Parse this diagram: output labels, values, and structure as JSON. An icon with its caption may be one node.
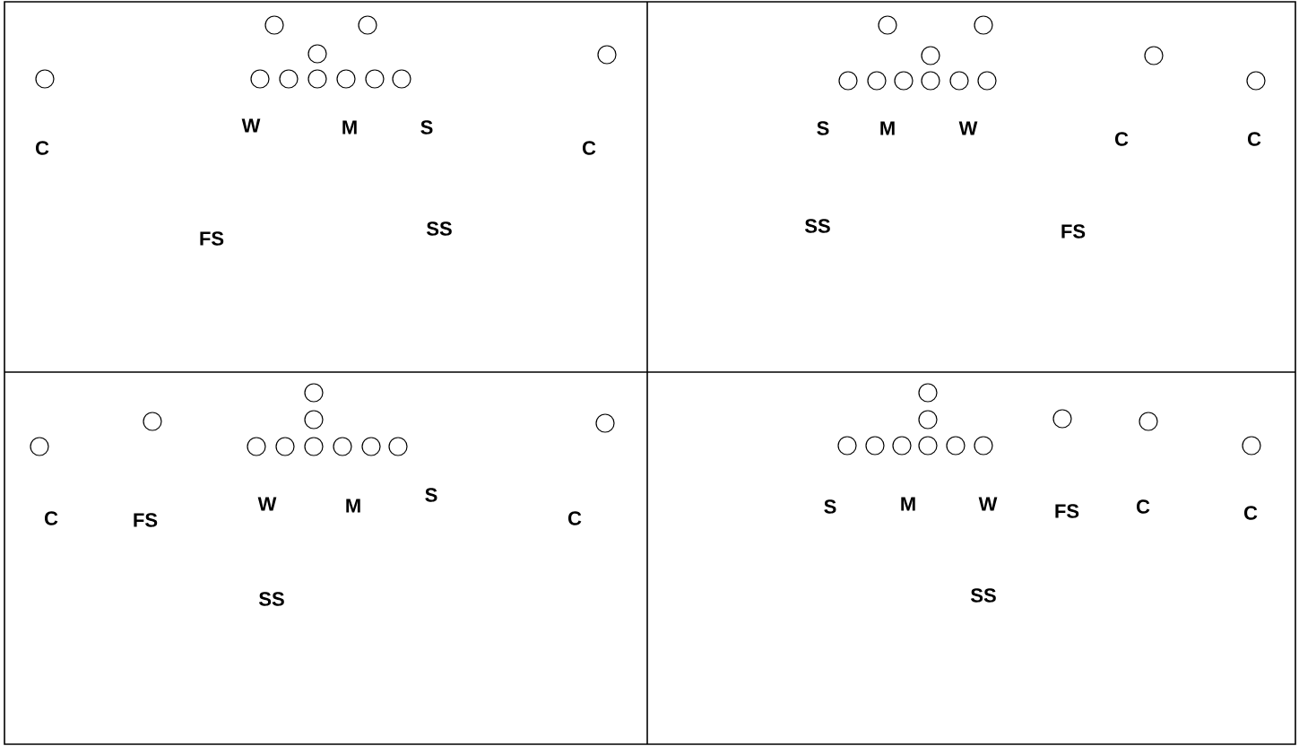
{
  "diagram": {
    "nodes": [
      {
        "text": [],
        "shape": "circle"
      },
      {
        "text": [],
        "shape": "circle"
      },
      {
        "text": [],
        "shape": "circle"
      },
      {
        "text": [],
        "shape": "circle"
      },
      {
        "text": [],
        "shape": "circle"
      },
      {
        "text": [],
        "shape": "circle"
      },
      {
        "text": [],
        "shape": "circle"
      },
      {
        "text": [],
        "shape": "circle"
      },
      {
        "text": [],
        "shape": "circle"
      },
      {
        "text": [],
        "shape": "circle"
      },
      {
        "text": [],
        "shape": "circle"
      },
      {
        "text": [],
        "shape": "circle"
      },
      {
        "text": [],
        "shape": "circle"
      },
      {
        "text": [],
        "shape": "circle"
      },
      {
        "text": [],
        "shape": "circle"
      },
      {
        "text": [],
        "shape": "circle"
      },
      {
        "text": [],
        "shape": "circle"
      },
      {
        "text": [],
        "shape": "circle"
      },
      {
        "text": [],
        "shape": "circle"
      },
      {
        "text": [],
        "shape": "circle"
      },
      {
        "text": [],
        "shape": "circle"
      },
      {
        "text": [],
        "shape": "circle"
      },
      {
        "text": [],
        "shape": "circle"
      },
      {
        "text": [],
        "shape": "circle"
      },
      {
        "text": [],
        "shape": "circle"
      },
      {
        "text": [],
        "shape": "circle"
      },
      {
        "text": [],
        "shape": "circle"
      },
      {
        "text": [],
        "shape": "circle"
      },
      {
        "text": [],
        "shape": "circle"
      },
      {
        "text": [],
        "shape": "circle"
      },
      {
        "text": [],
        "shape": "circle"
      },
      {
        "text": [],
        "shape": "circle"
      },
      {
        "text": [],
        "shape": "circle"
      },
      {
        "text": [],
        "shape": "circle"
      },
      {
        "text": [],
        "shape": "circle"
      },
      {
        "text": [],
        "shape": "circle"
      },
      {
        "text": [],
        "shape": "circle"
      },
      {
        "text": [],
        "shape": "circle"
      },
      {
        "text": [],
        "shape": "circle"
      },
      {
        "text": [],
        "shape": "circle"
      },
      {
        "text": [],
        "shape": "circle"
      },
      {
        "text": [],
        "shape": "circle"
      },
      {
        "text": [],
        "shape": "circle"
      },
      {
        "text": [],
        "shape": "circle"
      }
    ],
    "labels": [
      "W",
      "M",
      "S",
      "C",
      "C",
      "FS",
      "SS",
      "S",
      "M",
      "W",
      "C",
      "C",
      "SS",
      "FS",
      "S",
      "W",
      "M",
      "C",
      "FS",
      "C",
      "SS",
      "S",
      "M",
      "W",
      "FS",
      "C",
      "C",
      "SS"
    ]
  }
}
